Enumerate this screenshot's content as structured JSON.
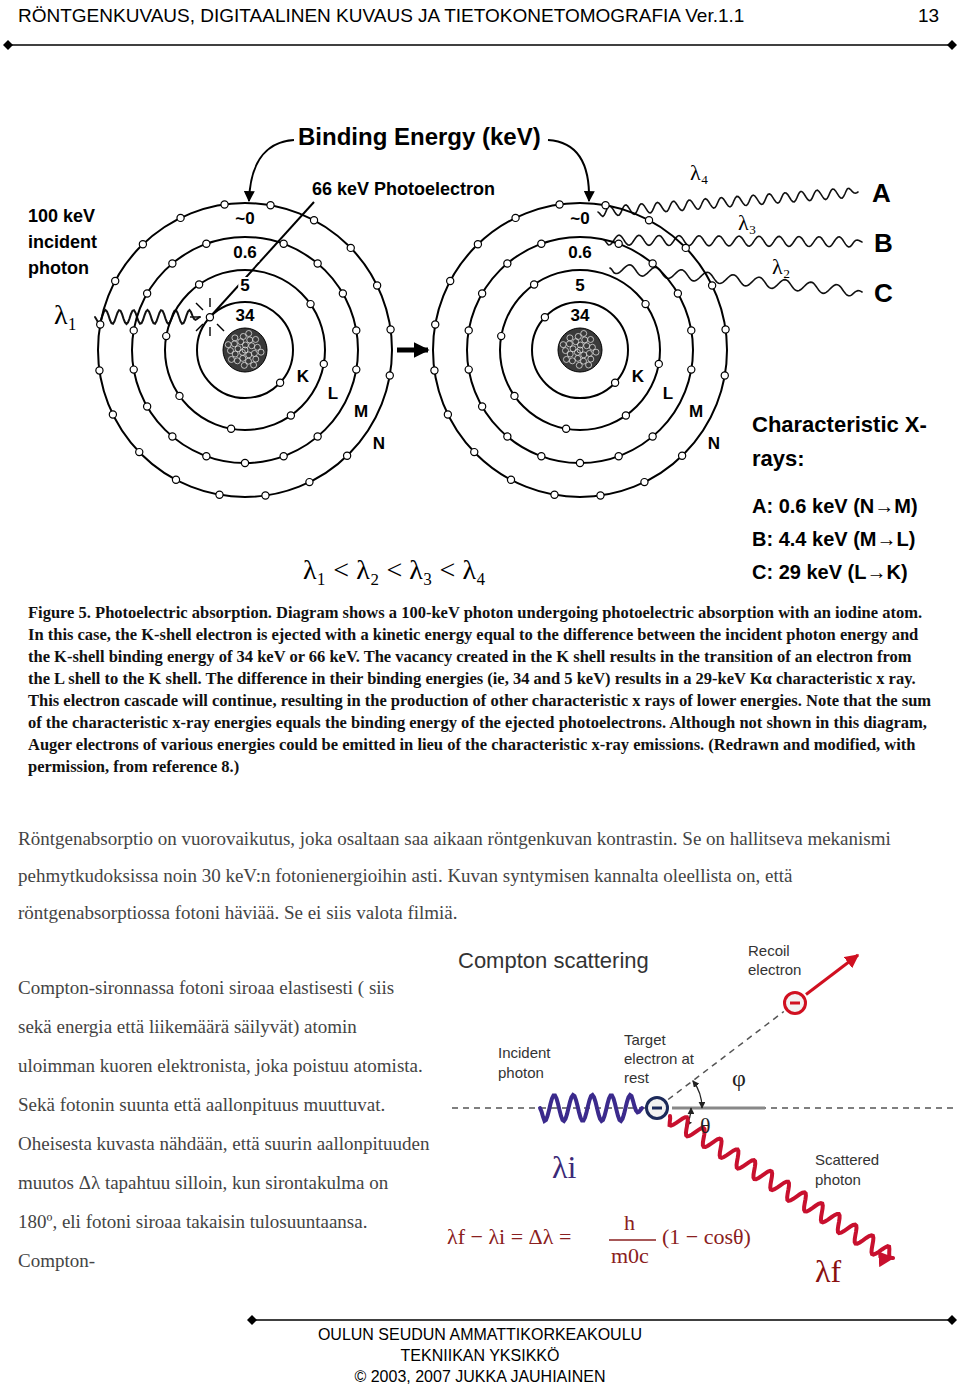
{
  "diagram": {
    "caption": "Figure 5. Photoelectric absorption. Diagram shows a 100-keV photon undergoing photoelectric absorption with an iodine atom. In this case, the K-shell electron is ejected with a kinetic energy equal to the difference between the incident photon energy and the K-shell binding energy of 34 keV or 66 keV. The vacancy created in the K shell results in the transition of an electron from the L shell to the K shell. The difference in their binding energies (ie, 34 and 5 keV) results in a 29-keV Kα characteristic x ray. This electron cascade will continue, resulting in the production of other characteristic x rays of lower energies. Note that the sum of the characteristic x-ray energies equals the binding energy of the ejected photoelectrons. Although not shown in this diagram, Auger electrons of various energies could be emitted in lieu of the characteristic x-ray emissions. (Redrawn and modified, with permission, from reference 8.)",
    "nodes": [
      {
        "text": [
          "~0",
          "0.6",
          "5",
          "34",
          "K",
          "L",
          "M",
          "N"
        ]
      },
      {
        "text": [
          "~0",
          "0.6",
          "5",
          "34",
          "K",
          "L",
          "M",
          "N"
        ]
      },
      {
        "text": [
          "Recoil electron"
        ]
      },
      {
        "text": [
          "Target electron at rest"
        ]
      }
    ],
    "edges": [
      {
        "from": 0,
        "to": 1,
        "arrow": "to"
      },
      {
        "from": 3,
        "to": 2,
        "arrow": "none"
      }
    ],
    "labels": [
      "RÖNTGENKUVAUS, DIGITAALINEN KUVAUS JA TIETOKONETOMOGRAFIA Ver.1.1",
      "13",
      "Binding Energy (keV)",
      "66 keV Photoelectron",
      "100 keV incident photon",
      "λ₁",
      "λ₄",
      "A",
      "λ₃",
      "B",
      "λ₂",
      "C",
      "Characteristic X-rays:",
      "A: 0.6 keV (N→M)",
      "B: 4.4 keV (M→L)",
      "C: 29 keV (L→K)",
      "λ₁ < λ₂ < λ₃ < λ₄",
      "Röntgenabsorptio on vuorovaikutus, joka osaltaan saa aikaan röntgenkuvan kontrastin. Se on hallitseva mekanismi pehmytkudoksissa noin 30 keV:n fotonienergioihin asti. Kuvan syntymisen kannalta oleellista on, että röntgenabsorptiossa fotoni häviää. Se ei siis valota filmiä.",
      "Compton scattering",
      "Compton-sironnassa fotoni siroaa elastisesti ( siis sekä energia että liikemäärä säilyvät) atomin uloimman kuoren elektronista, joka poistuu atomista. Sekä fotonin suunta että aallonpituus muuttuvat. Oheisesta kuvasta nähdään, että suurin aallonpituuden muutos Δλ tapahtuu silloin, kun sirontakulma on 180º, eli fotoni siroaa takaisin tulosuuntaansa. Compton-",
      "Incident photon",
      "φ",
      "θ",
      "λi",
      "Scattered photon",
      "λf − λi = Δλ =",
      "h",
      "m0c",
      "(1 − cosθ)",
      "λf",
      "OULUN SEUDUN AMMATTIKORKEAKOULU",
      "TEKNIIKAN YKSIKKÖ",
      "© 2003, 2007 JUKKA JAUHIAINEN"
    ]
  }
}
